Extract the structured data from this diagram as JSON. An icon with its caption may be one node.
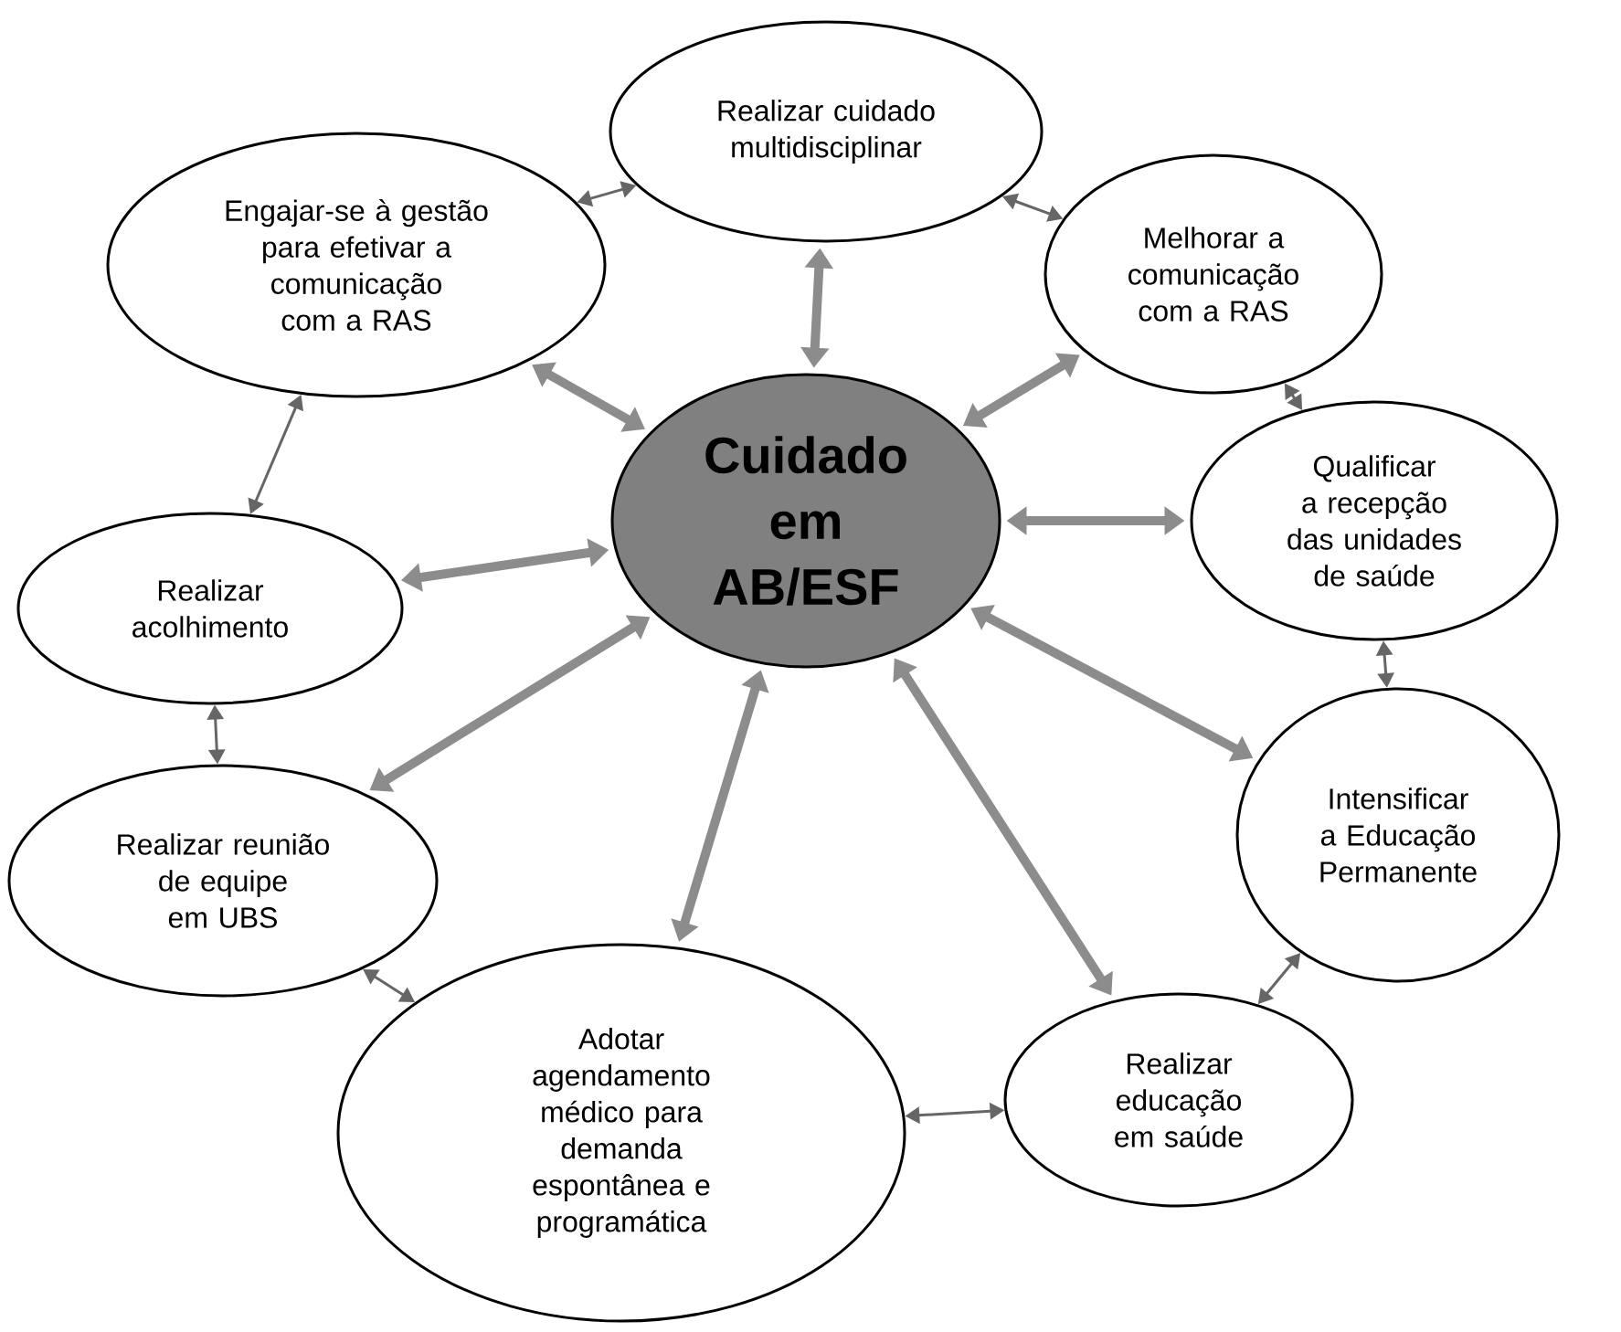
{
  "diagram": {
    "nodes": [
      {
        "text": [
          "Cuidado em AB/ESF"
        ]
      },
      {
        "text": [
          "Realizar cuidado multidisciplinar"
        ]
      },
      {
        "text": [
          "Melhorar a comunicação com a RAS"
        ]
      },
      {
        "text": [
          "Qualificar a recepção das unidades de saúde"
        ]
      },
      {
        "text": [
          "Intensificar a Educação Permanente"
        ]
      },
      {
        "text": [
          "Realizar educação em saúde"
        ]
      },
      {
        "text": [
          "Adotar agendamento médico para demanda espontânea e programática"
        ]
      },
      {
        "text": [
          "Realizar reunião de equipe em UBS"
        ]
      },
      {
        "text": [
          "Realizar acolhimento"
        ]
      },
      {
        "text": [
          "Engajar-se à gestão para efetivar a comunicação com a RAS"
        ]
      }
    ],
    "edges": [
      {
        "from": 0,
        "to": 1,
        "arrow": "both",
        "style": "thick",
        "color": "#8c8c8c"
      },
      {
        "from": 0,
        "to": 2,
        "arrow": "both",
        "style": "thick",
        "color": "#8c8c8c"
      },
      {
        "from": 0,
        "to": 3,
        "arrow": "both",
        "style": "thick",
        "color": "#8c8c8c"
      },
      {
        "from": 0,
        "to": 4,
        "arrow": "both",
        "style": "thick",
        "color": "#8c8c8c"
      },
      {
        "from": 0,
        "to": 5,
        "arrow": "both",
        "style": "thick",
        "color": "#8c8c8c"
      },
      {
        "from": 0,
        "to": 6,
        "arrow": "both",
        "style": "thick",
        "color": "#8c8c8c"
      },
      {
        "from": 0,
        "to": 7,
        "arrow": "both",
        "style": "thick",
        "color": "#8c8c8c"
      },
      {
        "from": 0,
        "to": 8,
        "arrow": "both",
        "style": "thick",
        "color": "#8c8c8c"
      },
      {
        "from": 0,
        "to": 9,
        "arrow": "both",
        "style": "thick",
        "color": "#8c8c8c"
      },
      {
        "from": 9,
        "to": 1,
        "arrow": "both"
      },
      {
        "from": 1,
        "to": 2,
        "arrow": "both"
      },
      {
        "from": 2,
        "to": 3,
        "arrow": "both"
      },
      {
        "from": 3,
        "to": 4,
        "arrow": "both"
      },
      {
        "from": 4,
        "to": 5,
        "arrow": "both"
      },
      {
        "from": 5,
        "to": 6,
        "arrow": "both"
      },
      {
        "from": 6,
        "to": 7,
        "arrow": "both"
      },
      {
        "from": 7,
        "to": 8,
        "arrow": "both"
      },
      {
        "from": 8,
        "to": 9,
        "arrow": "both"
      }
    ]
  }
}
